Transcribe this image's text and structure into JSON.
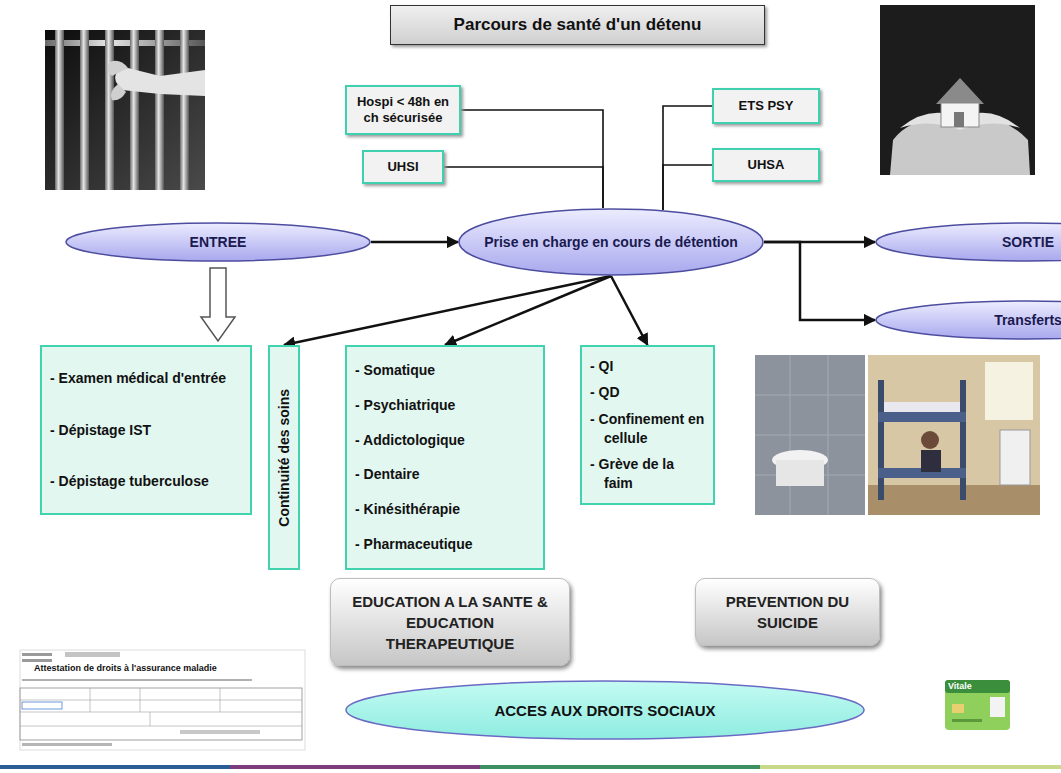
{
  "diagram": {
    "title": "Parcours de santé d'un détenu",
    "nodes": [
      {
        "text": [
          "ENTREE"
        ]
      },
      {
        "text": [
          "Prise en charge en cours de détention"
        ]
      },
      {
        "text": [
          "SORTIE"
        ]
      },
      {
        "text": [
          "Transferts"
        ]
      },
      {
        "text": [
          "Hospi < 48h en ch sécurisée"
        ]
      },
      {
        "text": [
          "UHSI"
        ]
      },
      {
        "text": [
          "ETS PSY"
        ]
      },
      {
        "text": [
          "UHSA"
        ]
      },
      {
        "text": [
          "- Examen médical d'entrée",
          "- Dépistage IST",
          "- Dépistage tuberculose"
        ]
      },
      {
        "text": [
          "Continuité des soins"
        ]
      },
      {
        "text": [
          "- Somatique",
          "- Psychiatrique",
          "- Addictologique",
          "- Dentaire",
          "- Kinésithérapie",
          "- Pharmaceutique"
        ]
      },
      {
        "text": [
          "- QI",
          "- QD",
          "- Confinement en cellule",
          "- Grève de la faim"
        ]
      },
      {
        "text": [
          "EDUCATION A LA SANTE & EDUCATION THERAPEUTIQUE"
        ]
      },
      {
        "text": [
          "PREVENTION DU SUICIDE"
        ]
      },
      {
        "text": [
          "ACCES AUX DROITS SOCIAUX"
        ]
      }
    ],
    "edges": [
      {
        "from": 0,
        "to": 1,
        "arrow": "to"
      },
      {
        "from": 1,
        "to": 2,
        "arrow": "to"
      },
      {
        "from": 1,
        "to": 3,
        "arrow": "to"
      },
      {
        "from": 0,
        "to": 8,
        "arrow": "to"
      },
      {
        "from": 1,
        "to": 9,
        "arrow": "to"
      },
      {
        "from": 1,
        "to": 10,
        "arrow": "to"
      },
      {
        "from": 1,
        "to": 11,
        "arrow": "to"
      },
      {
        "from": 1,
        "to": 4,
        "arrow": "none"
      },
      {
        "from": 1,
        "to": 5,
        "arrow": "none"
      },
      {
        "from": 1,
        "to": 6,
        "arrow": "none"
      },
      {
        "from": 1,
        "to": 7,
        "arrow": "none"
      }
    ],
    "labels": [
      "Attestation de droits à l'assurance maladie",
      "Vitale"
    ]
  }
}
